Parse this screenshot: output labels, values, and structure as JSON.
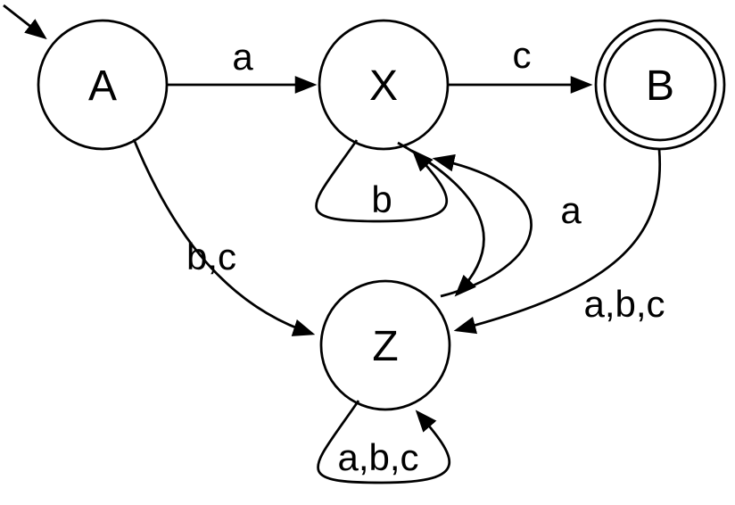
{
  "diagram": {
    "type": "state-diagram",
    "colors": {
      "stroke": "#000000",
      "background": "#ffffff"
    },
    "nodes": [
      {
        "id": "A",
        "label": "A",
        "start": true,
        "accepting": false
      },
      {
        "id": "X",
        "label": "X",
        "start": false,
        "accepting": false
      },
      {
        "id": "B",
        "label": "B",
        "start": false,
        "accepting": true
      },
      {
        "id": "Z",
        "label": "Z",
        "start": false,
        "accepting": false
      }
    ],
    "edges": [
      {
        "from": "start",
        "to": "A",
        "label": ""
      },
      {
        "from": "A",
        "to": "X",
        "label": "a"
      },
      {
        "from": "X",
        "to": "B",
        "label": "c"
      },
      {
        "from": "X",
        "to": "X",
        "label": "b"
      },
      {
        "from": "A",
        "to": "Z",
        "label": "b,c"
      },
      {
        "from": "Z",
        "to": "X",
        "label": "a"
      },
      {
        "from": "X",
        "to": "Z",
        "label": ""
      },
      {
        "from": "B",
        "to": "Z",
        "label": "a,b,c"
      },
      {
        "from": "Z",
        "to": "Z",
        "label": "a,b,c"
      }
    ]
  }
}
